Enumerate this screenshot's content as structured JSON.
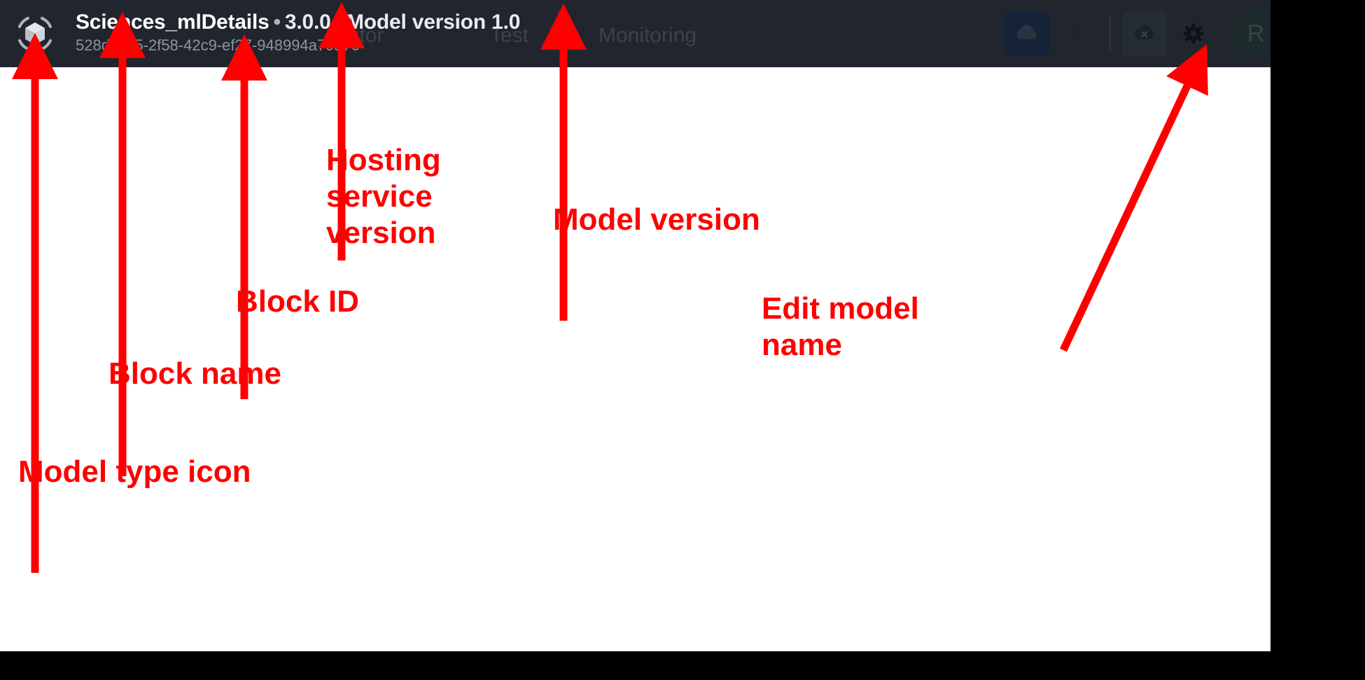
{
  "app_header": {
    "model_type_icon": "cube-model-icon",
    "title": {
      "block_name": "Sciences_mlDetails",
      "separator": "•",
      "hosting_service_version": "3.0.0",
      "model_version_label": "Model version 1.0"
    },
    "block_id": "528de1c5-2f58-42c9-ef27-948994a79a70",
    "ghost_tabs": [
      {
        "label": "Editor"
      },
      {
        "label": "Test"
      },
      {
        "label": "Monitoring"
      }
    ],
    "toolbar": [
      {
        "name": "deploy-button",
        "icon": "cloud-upload-icon",
        "state": "active"
      },
      {
        "name": "status-dot",
        "icon": "dot-icon",
        "state": "plain"
      },
      {
        "name": "undeploy-button",
        "icon": "cloud-x-icon",
        "state": "subtle"
      },
      {
        "name": "settings-button",
        "icon": "gear-icon",
        "state": "plain"
      },
      {
        "name": "rename-button",
        "icon": "text-T-icon",
        "state": "plain"
      }
    ],
    "avatar_initial": "R"
  },
  "annotations": {
    "accent_color": "#ff0000",
    "items": [
      {
        "id": "model-type",
        "label": "Model type icon"
      },
      {
        "id": "block-name",
        "label": "Block name"
      },
      {
        "id": "block-id",
        "label": "Block ID"
      },
      {
        "id": "hosting",
        "label": "Hosting\nservice\nversion"
      },
      {
        "id": "model-ver",
        "label": "Model version"
      },
      {
        "id": "edit-name",
        "label": "Edit model\nname"
      }
    ]
  }
}
